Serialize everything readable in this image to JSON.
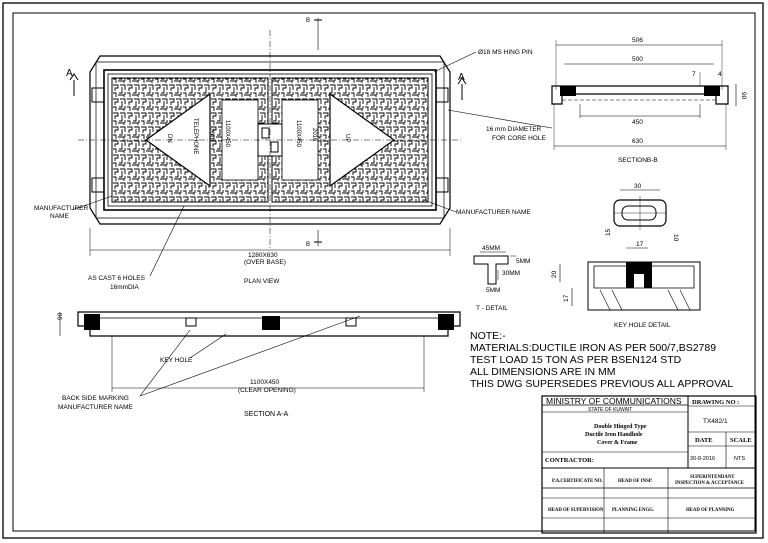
{
  "plan": {
    "section_a_left": "A",
    "section_a_right": "A",
    "section_b_top": "B",
    "section_b_bottom": "B",
    "hinge_pin": "Ø18 MS HING PIN",
    "core_hole": [
      "16 mm DIAMETER",
      "FOR CORE HOLE"
    ],
    "manufacturer_left": [
      "MANUFACTURER",
      "NAME"
    ],
    "manufacturer_right": "MANUFACTURER NAME",
    "left_cover_text": [
      "TELEPHONE",
      "1100X450",
      "2016",
      "DN"
    ],
    "right_cover_text": [
      "1100X450",
      "2016",
      "UP"
    ],
    "overall_dim": [
      "1280X630",
      "(OVER BASE)"
    ],
    "cast_holes": [
      "AS CAST 6 HOLES",
      "16mmDIA"
    ],
    "title": "PLAN VIEW"
  },
  "section_b": {
    "dim_506": "506",
    "dim_500": "500",
    "dim_7": "7",
    "dim_4": "4",
    "dim_90": "90",
    "dim_450": "450",
    "dim_630": "630",
    "title": "SECTIONB-B"
  },
  "key_hole": {
    "dim_30": "30",
    "dim_15": "15",
    "dim_10": "10",
    "dim_17a": "17",
    "dim_20": "20",
    "dim_17b": "17",
    "title": "KEY HOLE DETAIL"
  },
  "t_detail": {
    "dim_45": "45MM",
    "dim_5a": "5MM",
    "dim_30": "30MM",
    "dim_5b": "5MM",
    "title": "T - DETAIL"
  },
  "section_aa": {
    "dim_90": "90",
    "key_hole": "KEY HOLE",
    "back_side": [
      "BACK SIDE MARKING",
      "MANUFACTURER NAME"
    ],
    "clear_dim": [
      "1100X450",
      "(CLEAR OPENING)"
    ],
    "title": "SECTION  A-A"
  },
  "notes": {
    "heading": "NOTE:-",
    "lines": [
      "MATERIALS:DUCTILE IRON AS PER 500/7,BS2789",
      "TEST LOAD 15 TON AS PER BSEN124 STD",
      "ALL DIMENSIONS ARE IN MM",
      "THIS DWG SUPERSEDES PREVIOUS  ALL APPROVAL"
    ]
  },
  "title_block": {
    "ministry": "MINISTRY OF COMMUNICATIONS",
    "state": "STATE OF KUWAIT",
    "drawing_no_label": "DRAWING NO :",
    "description": [
      "Double Hinged Type",
      "Ductile Iron Handhole",
      "Cover & Frame"
    ],
    "drawing_no": "TX482/1",
    "date_label": "DATE",
    "scale_label": "SCALE",
    "date": "30-8-2016",
    "scale": "NTS",
    "contractor": "CONTRACTOR:",
    "pa_cert": "P.A.CERTIFICATE NO.",
    "head_insp": "HEAD OF INSP.",
    "superintendent": [
      "SUPERINTENDANT",
      "INSPECTION & ACCEPTANCE"
    ],
    "head_supervision": "HEAD OF SUPERVISION",
    "planning_engg": "PLANNING ENGG.",
    "head_planning": "HEAD OF PLANNING"
  }
}
